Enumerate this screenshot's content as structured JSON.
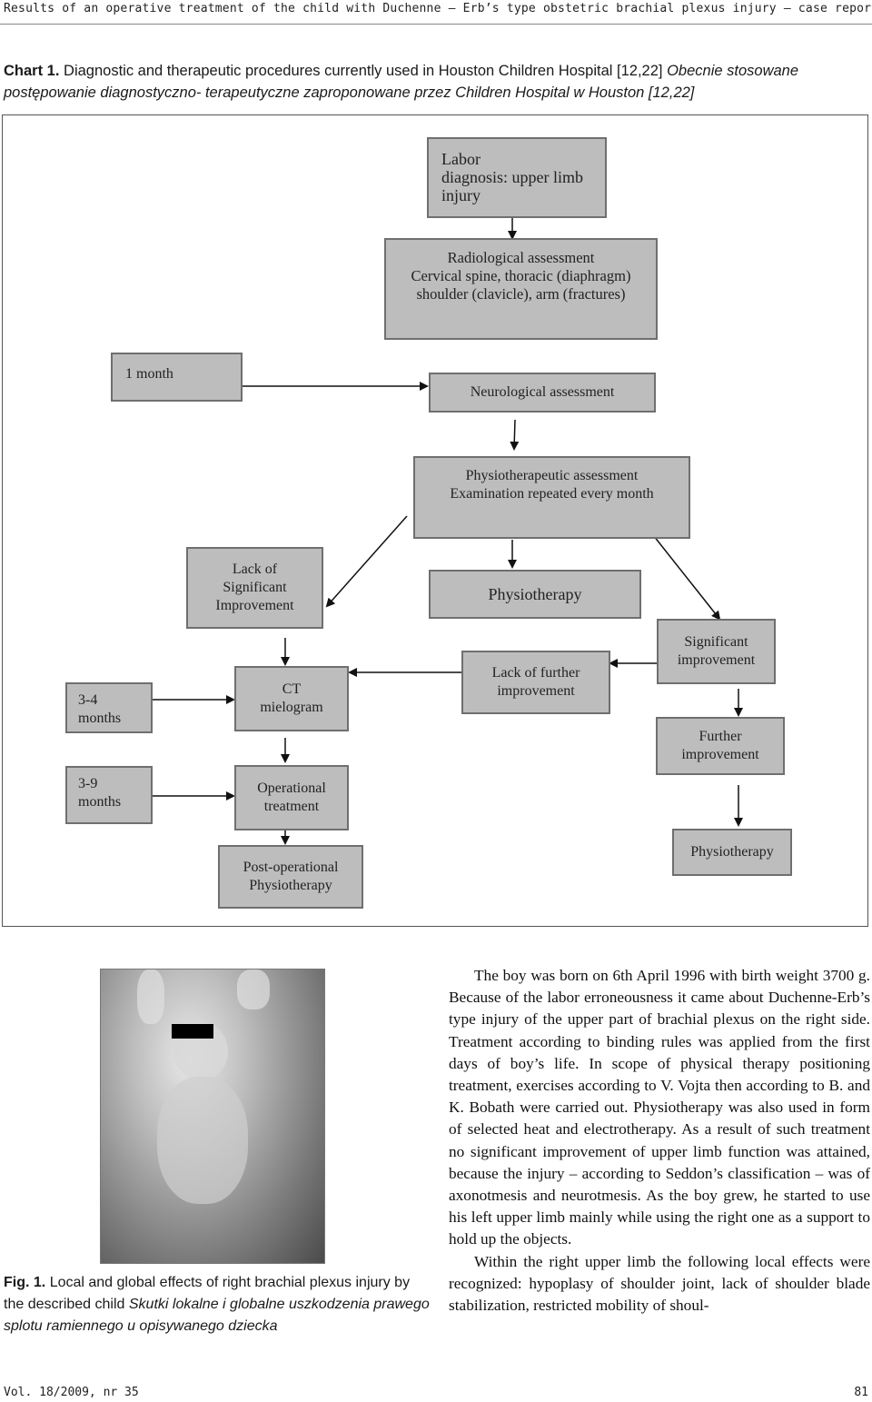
{
  "header": {
    "running_title": "Results of an operative treatment of the child with Duchenne – Erb’s type obstetric brachial plexus injury – case report"
  },
  "chart_caption": {
    "label": "Chart 1.",
    "text": "Diagnostic and therapeutic procedures currently used in Houston Children Hospital [12,22]",
    "polish": "Obecnie stosowane postępowanie diagnostyczno- terapeutyczne zaproponowane przez Children Hospital w Houston [12,22]"
  },
  "flowchart": {
    "labor": "Labor\ndiagnosis: upper limb\ninjury",
    "radiological": "Radiological assessment\nCervical spine, thoracic (diaphragm)\nshoulder (clavicle), arm (fractures)",
    "one_month": "1 month",
    "neurological": "Neurological assessment",
    "physio_assessment": "Physiotherapeutic assessment\nExamination repeated every month",
    "lack_significant": "Lack of\nSignificant\nImprovement",
    "physiotherapy_center": "Physiotherapy",
    "significant": "Significant\nimprovement",
    "lack_further": "Lack of further\nimprovement",
    "months_3_4": "3-4\nmonths",
    "ct": "CT\nmielogram",
    "further": "Further\nimprovement",
    "months_3_9": "3-9\nmonths",
    "operational": "Operational\ntreatment",
    "postop": "Post-operational\nPhysiotherapy",
    "physiotherapy_right": "Physiotherapy"
  },
  "figure": {
    "label": "Fig. 1.",
    "text": "Local and global effects of right brachial plexus injury by the described child",
    "polish": "Skutki lokalne i globalne uszkodzenia prawego splotu ramiennego u opisywanego dziecka"
  },
  "body": {
    "paragraph1": "The boy was born on 6th April 1996 with birth weight 3700 g. Because of the labor erroneousness it came about Duchenne-Erb’s type injury of the upper part of brachial plexus on the right side. Treatment according to binding rules was applied from the first days of boy’s life. In scope of physical therapy positioning treatment, exercises according to V. Vojta then according to B. and K. Bobath were carried out. Physiotherapy was also used in form of selected heat and electrotherapy. As a result of such treatment no significant improvement of upper limb function was attained, because the injury – according to Seddon’s classification – was of axonotmesis and neurotmesis. As the boy grew, he started to use his left upper limb mainly while using the right one as a support to hold up the objects.",
    "paragraph2": "Within the right upper limb the following local effects were recognized: hypoplasy of shoulder joint, lack of shoulder blade stabilization, restricted mobility of shoul-"
  },
  "footer": {
    "left": "Vol. 18/2009, nr 35",
    "right": "81"
  }
}
